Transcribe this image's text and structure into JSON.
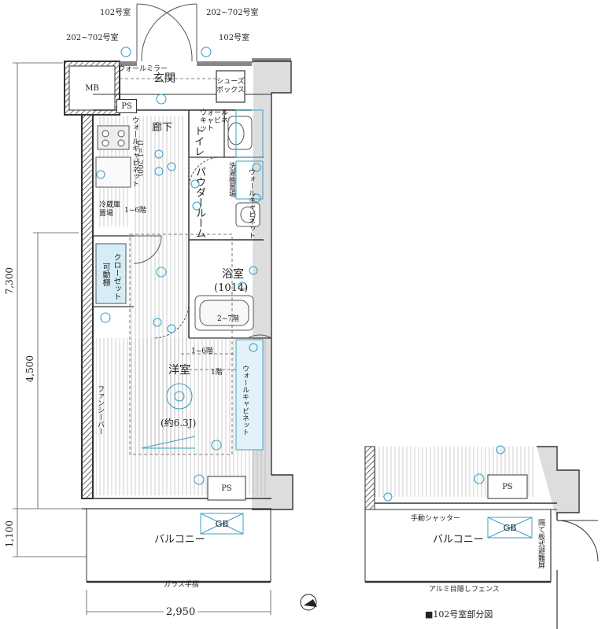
{
  "room_labels": {
    "entrance": "玄関",
    "corridor": "廊下",
    "toilet": "トイレ",
    "powder_room": "パウダールーム",
    "bathroom": "浴室",
    "bathroom_size": "(1014)",
    "western_room": "洋室",
    "western_room_size": "(約6.3J)",
    "balcony": "バルコニー",
    "balcony_partial": "バルコニー",
    "mb": "MB",
    "ps_top": "PS",
    "ps_bottom": "PS",
    "ps_partial": "PS",
    "shoes_box": "シューズボックス",
    "closet": "クローゼット",
    "closet_sub": "可動棚",
    "fridge": "冷蔵庫置場",
    "washer": "洗濯機置場",
    "wall_cabinet": "ウォールキャビネット",
    "wall_cabinet_toilet": "ウォールキャビネット",
    "wall_cabinet_room": "ウォールキャビネット",
    "wall_mirror": "ウォールミラー",
    "fan_bar": "ファンシーバー"
  },
  "annotations": {
    "door_left_102": "102号室",
    "door_right_202": "202~702号室",
    "door_left_202": "202~702号室",
    "door_right_102": "102号室",
    "corridor_height": "(L=1,200)",
    "floors_1_6": "1~6階",
    "floors_1_6_room": "1~6階",
    "floor_1": "1階",
    "floors_2_7": "2~7階",
    "glass_rail": "ガラス手摺",
    "manual_shutter": "手動シャッター",
    "evac_partition": "隔て板式避難屏",
    "alu_fence": "アルミ目隠しフェンス",
    "partial_caption": "■102号室部分図",
    "gb": "GB",
    "gb_partial": "GB"
  },
  "dimensions": {
    "total_depth": "7,300",
    "room_depth": "4,500",
    "balcony_depth": "1,100",
    "width": "2,950"
  },
  "icons": [
    "compass-icon",
    "door-swing-icon",
    "outlet-icon",
    "ceiling-light-icon",
    "stove-icon"
  ]
}
